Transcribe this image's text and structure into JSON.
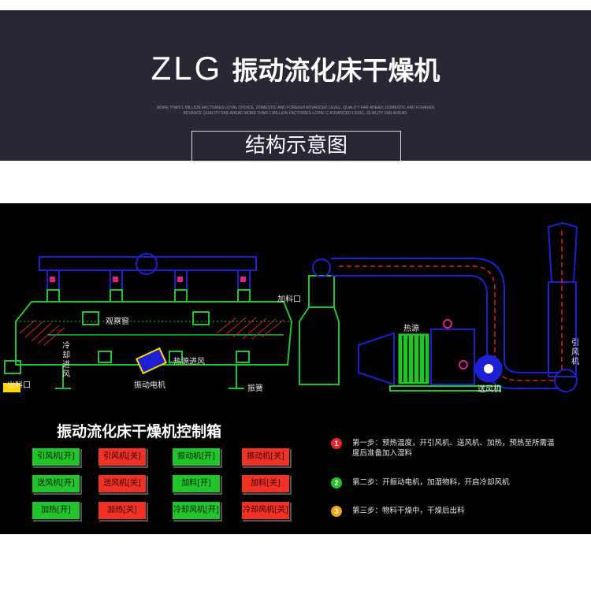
{
  "header": {
    "brand_code": "ZLG",
    "product_name": "振动流化床干燥机",
    "fine_print": "MORE THAN 1 MILLION FACTORIES LOYAL CHOICE, DOMESTIC AND FOREIGN ADVANCED LEVEL, QUALITY FAR AHEAD; DOMESTIC AND FOREIGN ADVANCE QUALITY FAR AHEAD MORE THAN 1 MILLION FACTORIES LOYAL C ADVANCED LEVEL, QUALITY FAR AHEAD.",
    "section_label": "结构示意图"
  },
  "diagram": {
    "labels": {
      "observation_window": "观察窗",
      "feed_inlet": "加料口",
      "heat_source": "热源",
      "cooling_air_inlet": "冷却进风",
      "hot_air_inlet": "热源进风",
      "discharge": "出料口",
      "vibration_motor": "振动电机",
      "spring": "振簧",
      "supply_fan": "送风机",
      "induced_fan": "引风机"
    }
  },
  "control_box": {
    "title": "振动流化床干燥机控制箱",
    "buttons": [
      {
        "label": "引风机[开]",
        "state": "on"
      },
      {
        "label": "引风机[关]",
        "state": "off"
      },
      {
        "label": "振动机[开]",
        "state": "on"
      },
      {
        "label": "振动机[关]",
        "state": "off"
      },
      {
        "label": "送风机[开]",
        "state": "on"
      },
      {
        "label": "送风机[关]",
        "state": "off"
      },
      {
        "label": "加料[开]",
        "state": "on"
      },
      {
        "label": "加料[关]",
        "state": "off"
      },
      {
        "label": "加热[开]",
        "state": "on"
      },
      {
        "label": "加热[关]",
        "state": "off"
      },
      {
        "label": "冷却风机[开]",
        "state": "on"
      },
      {
        "label": "冷却风机[关]",
        "state": "off"
      }
    ],
    "steps": [
      {
        "num": "1",
        "color": "#e8262b",
        "text": "第一步：预热温度，开引风机、送风机、加热，预热至所需温度后准备加入湿料"
      },
      {
        "num": "2",
        "color": "#27c32d",
        "text": "第二步：开振动电机，加湿物料，开启冷却风机"
      },
      {
        "num": "3",
        "color": "#f3a11b",
        "text": "第三步：物料干燥中，干燥后出料"
      }
    ]
  },
  "colors": {
    "on": "#22c42c",
    "off": "#f03125",
    "pipe": "#1e1ed2",
    "frame": "#22c42c",
    "hatch": "#d22222",
    "header_bg": "#272834"
  }
}
